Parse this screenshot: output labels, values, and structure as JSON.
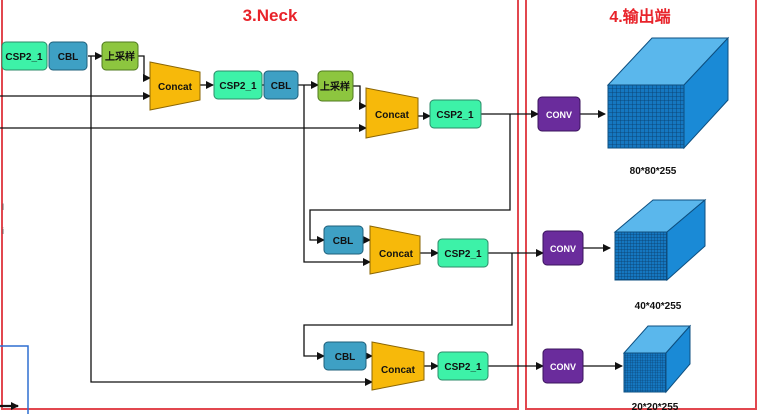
{
  "sections": {
    "neck_title": "3.Neck",
    "output_title": "4.输出端"
  },
  "colors": {
    "frame": "#e2474f",
    "title": "#e8232a",
    "csp": "#3df2a8",
    "cbl": "#3ea0c4",
    "upsample": "#8dc63f",
    "concat": "#f7b90a",
    "conv": "#6a2c9c",
    "cube_front": "#1577c0",
    "cube_top": "#5ab7ec",
    "cube_side": "#1a8ad6",
    "line": "#111111",
    "backbone_box": "#2f6fd1"
  },
  "labels": {
    "csp": "CSP2_1",
    "cbl": "CBL",
    "upsample": "上采样",
    "concat": "Concat",
    "conv": "CONV"
  },
  "outputs": [
    {
      "size": "80*80*255"
    },
    {
      "size": "40*40*255"
    },
    {
      "size": "20*20*255"
    }
  ],
  "icons": {
    "arrow": "arrow-right-icon"
  }
}
